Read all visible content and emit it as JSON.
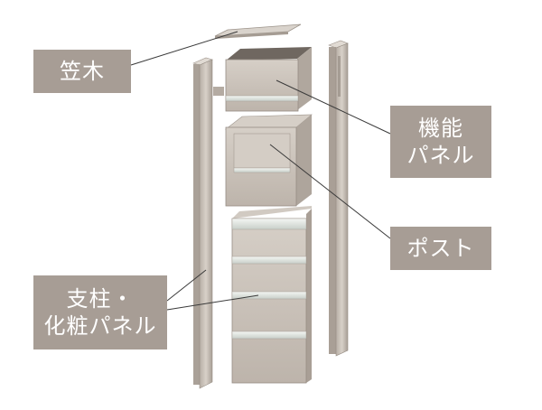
{
  "labels": {
    "kasagi": "笠木",
    "kinou_line1": "機能",
    "kinou_line2": "パネル",
    "post": "ポスト",
    "shichu_line1": "支柱・",
    "shichu_line2": "化粧パネル"
  },
  "colors": {
    "label_bg": "#a79d95",
    "label_text": "#ffffff",
    "panel": "#c9c1b8",
    "panel_dark": "#a39a91",
    "panel_light": "#e2ddd7",
    "glass": "#e8ece8",
    "leader": "#3a3a3a"
  }
}
